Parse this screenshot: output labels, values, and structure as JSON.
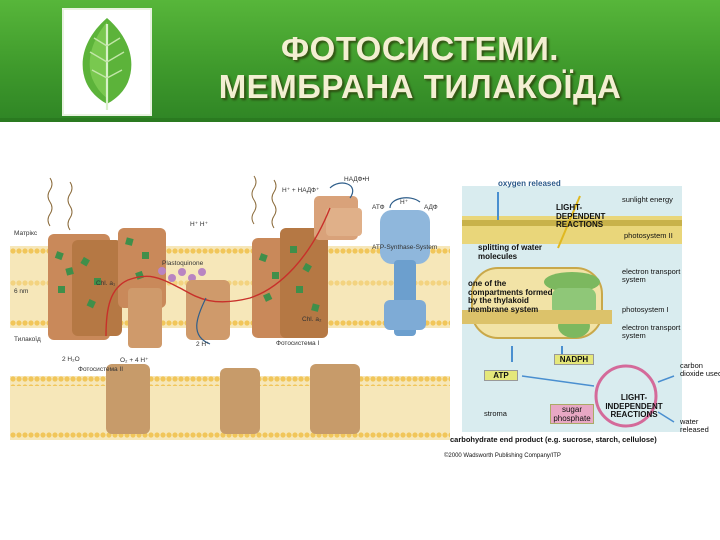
{
  "header": {
    "title_line1": "ФОТОСИСТЕМИ.",
    "title_line2": "МЕМБРАНА ТИЛАКОЇДА",
    "logo_icon": "leaf-icon",
    "bg_color": "#4aa834"
  },
  "left_figure": {
    "labels": {
      "nadph": "НАДФ•Н",
      "h_nadp": "H⁺ + НАДФ⁺",
      "h_h": "H⁺ H⁺",
      "atp": "АТФ",
      "h_plus": "H⁺",
      "adp": "АДФ",
      "matrix": "Матрікс",
      "plastoquinone": "Plastoquinone",
      "atp_synthase": "ATP-Synthase-System",
      "six_nm": "6 nm",
      "chl1": "Chl. a₁",
      "chl2": "Chl. a₂",
      "thylakoid": "Тилакоїд",
      "h2o": "2 H₂O",
      "o2": "O₂ + 4 H⁺",
      "ps2": "Фотосистема II",
      "ps1": "Фотосистема I",
      "two_h": "2 H⁺"
    }
  },
  "right_figure": {
    "labels": {
      "oxygen_released": "oxygen released",
      "sunlight_energy": "sunlight energy",
      "light_dependent": "LIGHT-DEPENDENT REACTIONS",
      "photosystem_ii": "photosystem II",
      "splitting": "splitting of water molecules",
      "electron_transport_1": "electron transport system",
      "compartments": "one of the compartments formed by the thylakoid membrane system",
      "photosystem_i": "photosystem I",
      "electron_transport_2": "electron transport system",
      "nadph": "NADPH",
      "atp": "ATP",
      "carbon_dioxide": "carbon dioxide used",
      "light_independent": "LIGHT-INDEPENDENT REACTIONS",
      "stroma": "stroma",
      "sugar_phosphate": "sugar phosphate",
      "water_released": "water released",
      "end_product": "carbohydrate end product (e.g. sucrose, starch, cellulose)",
      "copyright": "©2000 Wadsworth Publishing Company/ITP"
    }
  }
}
